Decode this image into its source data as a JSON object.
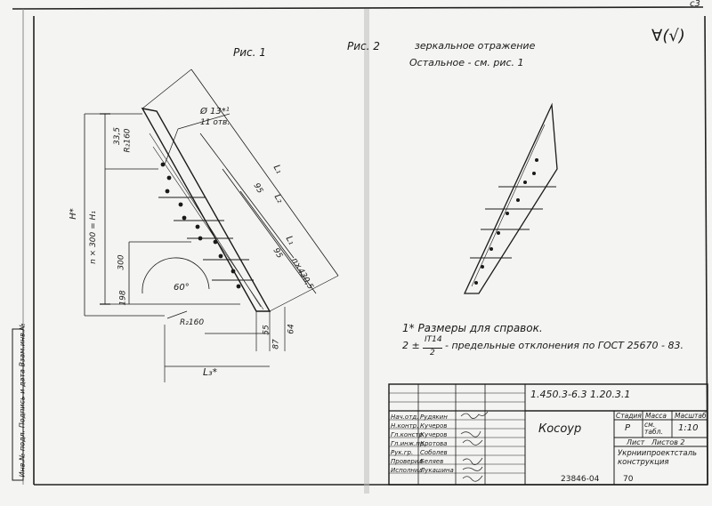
{
  "corner_mark": "с3",
  "fig1": {
    "title": "Рис. 1",
    "hole": "Ø 13*¹",
    "hole_note": "11 отв.",
    "H": "H*",
    "n300": "n × 300 = H₁",
    "d335": "33,5",
    "d300": "300",
    "d198": "198",
    "r160_top": "R₂160",
    "r160_bot": "R₂160",
    "angle": "60°",
    "L": "L₁",
    "L2": "L₂",
    "L1b": "L₁",
    "n430": "n×430,5",
    "d95a": "95",
    "d95b": "95",
    "d55": "55",
    "d64": "64",
    "d87": "87",
    "L3": "L₃*"
  },
  "fig2": {
    "title": "Рис. 2",
    "line1": "зеркальное отражение",
    "line2": "Остальное - см. рис. 1"
  },
  "check_mark": "∀(√)",
  "notes": {
    "n1": "1* Размеры для справок.",
    "n2_prefix": "2 ±",
    "n2_num": "IT14",
    "n2_den": "2",
    "n2_text": "- предельные отклонения по ГОСТ 25670 - 83."
  },
  "stamp": {
    "vertical": "Инв.№ подл. Подпись и дата Взам.инв.№",
    "code": "1.450.3-6.3   1.20.3.1",
    "name": "Косоур",
    "col_stage": "Стадия",
    "col_mass": "Масса",
    "col_scale": "Масштаб",
    "stage": "Р",
    "mass": "см. табл.",
    "scale": "1:10",
    "sheet": "Лист",
    "sheets": "Листов 2",
    "org1": "Укрниипроектсталь",
    "org2": "конструкция",
    "roles": [
      {
        "role": "Нач.отд.",
        "name": "Рудякин"
      },
      {
        "role": "Н.контр.",
        "name": "Кучеров"
      },
      {
        "role": "Гл.констр.",
        "name": "Кучеров"
      },
      {
        "role": "Гл.инж.пр.",
        "name": "Кротова"
      },
      {
        "role": "Рук.гр.",
        "name": "Соболев"
      },
      {
        "role": "Проверил",
        "name": "Беляев"
      },
      {
        "role": "Исполнил",
        "name": "Лукашина"
      }
    ],
    "footer_no": "23846-04",
    "footer_fmt": "70"
  }
}
